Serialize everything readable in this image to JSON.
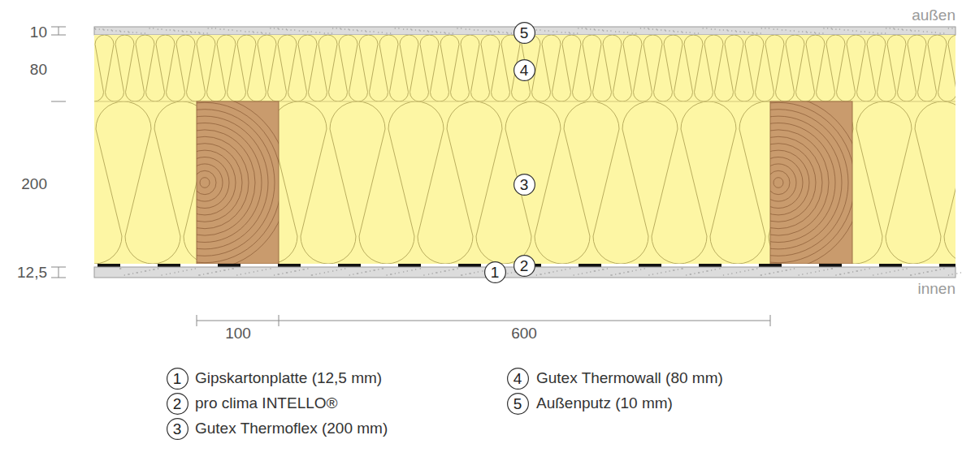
{
  "diagram": {
    "nodes": [
      {
        "text": [
          "5"
        ]
      },
      {
        "text": [
          "4"
        ]
      },
      {
        "text": [
          "3"
        ]
      },
      {
        "text": [
          "1"
        ]
      },
      {
        "text": [
          "2"
        ]
      },
      {
        "text": [
          "1"
        ]
      },
      {
        "text": [
          "2"
        ]
      },
      {
        "text": [
          "3"
        ]
      },
      {
        "text": [
          "4"
        ]
      },
      {
        "text": [
          "5"
        ]
      }
    ],
    "labels": [
      "10",
      "80",
      "200",
      "12,5",
      "außen",
      "innen",
      "100",
      "600",
      "Gipskartonplatte (12,5 mm)",
      "pro clima INTELLO®",
      "Gutex Thermoflex (200 mm)",
      "Gutex Thermowall (80 mm)",
      "Außenputz (10 mm)"
    ]
  }
}
